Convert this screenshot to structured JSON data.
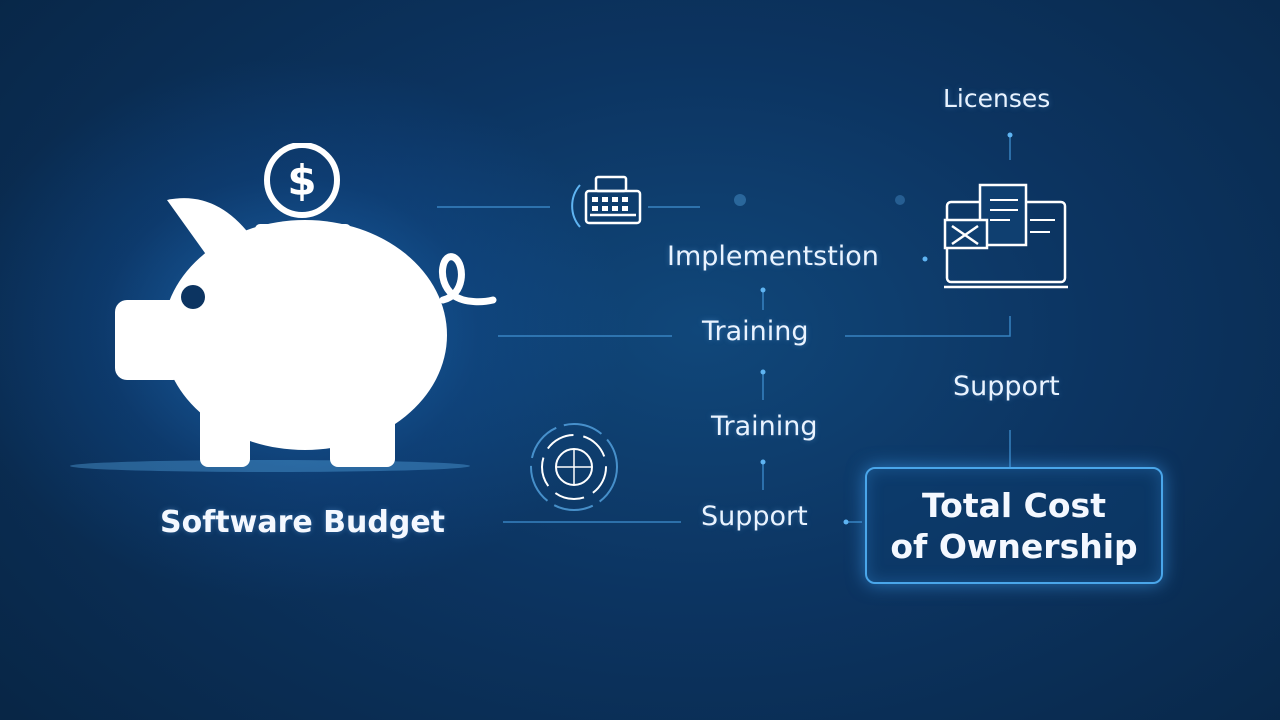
{
  "budget": {
    "label": "Software Budget"
  },
  "piggy_bank": {
    "coin_symbol": "$"
  },
  "items": {
    "licenses": "Licenses",
    "implementation": "Implementstion",
    "training_upper": "Training",
    "support_right": "Support",
    "training_lower": "Training",
    "support_lower": "Support"
  },
  "tco": {
    "line1": "Total Cost",
    "line2": "of Ownership"
  },
  "icons": [
    "piggy-bank-icon",
    "dollar-coin-icon",
    "cash-register-icon",
    "documents-monitor-icon",
    "globe-icon"
  ],
  "colors": {
    "background": "#0b2d52",
    "accent": "#4aa6ea",
    "text": "#e9f3ff"
  }
}
